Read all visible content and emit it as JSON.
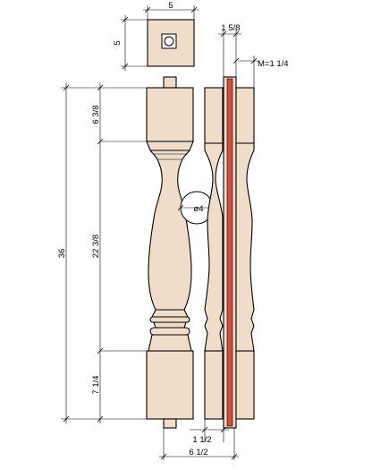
{
  "drawing": {
    "top_view": {
      "width_label": "5",
      "depth_label": "5"
    },
    "front_view": {
      "overall_height_label": "36",
      "top_block_label": "6 3/8",
      "turned_section_label": "22 3/8",
      "bottom_block_label": "7 1/4",
      "diameter_label": "ø4",
      "base_width_label": "6 1/2"
    },
    "side_view": {
      "thickness_label": "1 5/8",
      "m_label": "M=1 1/4",
      "offset_label": "1 1/2"
    },
    "colors": {
      "wood": "#f0ddc9",
      "rail": "#d94a3a",
      "line": "#000000"
    }
  }
}
